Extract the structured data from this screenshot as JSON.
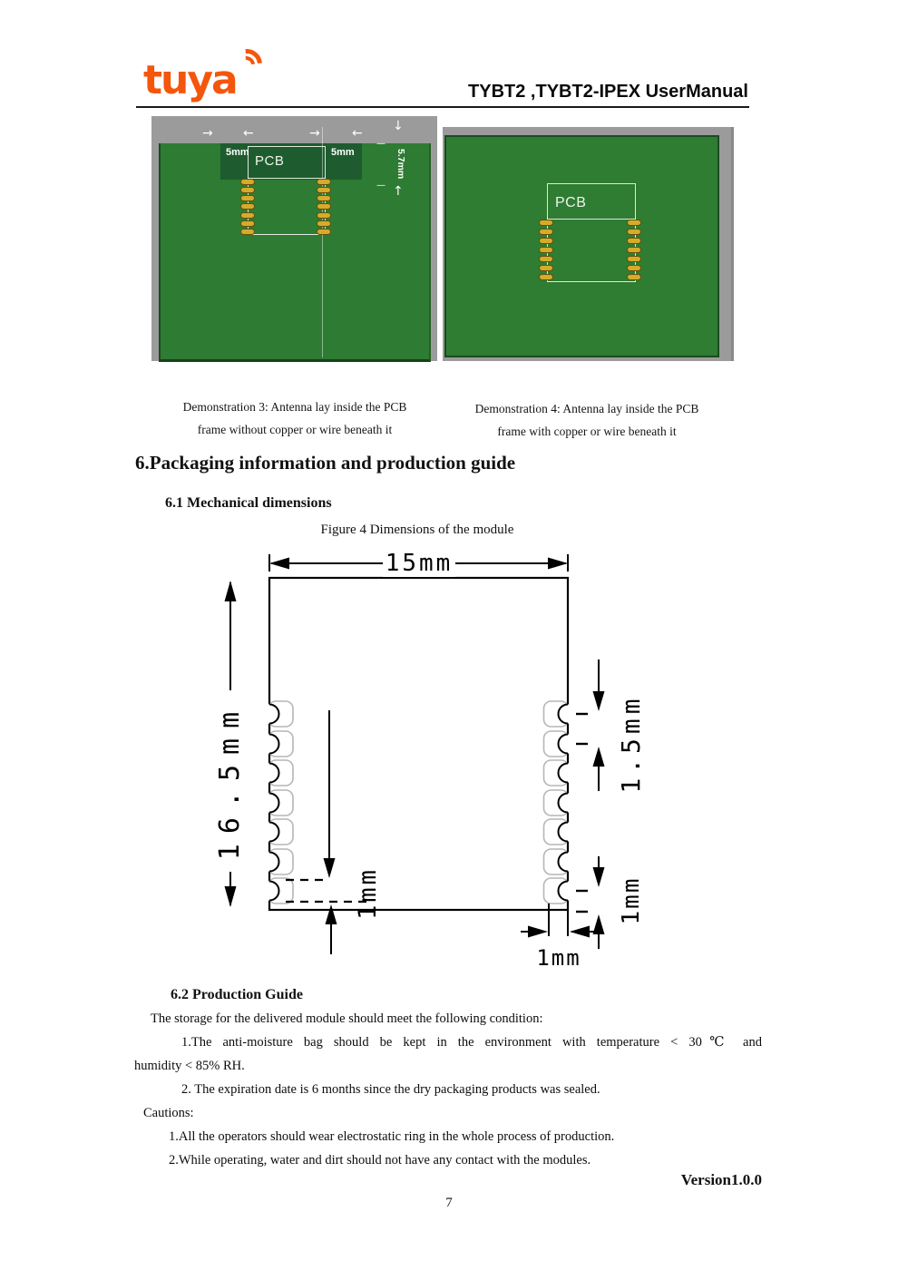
{
  "header": {
    "logo_text": "tuya",
    "title": "TYBT2 ,TYBT2-IPEX UserManual"
  },
  "colors": {
    "accent_orange": "#F4560C",
    "pcb_green": "#2e7b33",
    "pcb_green_dark": "#1e5c2f",
    "pad_gold": "#d6ab2a",
    "photo_gray": "#9b9b9b"
  },
  "fig1": {
    "pcb_label": "PCB",
    "dim_left": "5mm",
    "dim_right": "5mm",
    "dim_side": "5.7mm",
    "arrows": {
      "right": "→",
      "left": "←",
      "down": "↓",
      "up": "↑",
      "dash": "—"
    }
  },
  "fig2": {
    "pcb_label": "PCB"
  },
  "captions": {
    "c1_line1": "Demonstration 3: Antenna lay inside the PCB",
    "c1_line2": "frame without copper or wire beneath it",
    "c2_line1": "Demonstration 4: Antenna lay inside the PCB",
    "c2_line2": "frame with copper or wire beneath it"
  },
  "headings": {
    "s6": "6.Packaging information and production guide",
    "s61": "6.1 Mechanical dimensions",
    "fig4_caption": "Figure 4 Dimensions of the module",
    "s62": "6.2 Production Guide"
  },
  "drawing": {
    "width": "15mm",
    "height": "16.5mm",
    "pad_pitch": "1.5mm",
    "pad_to_bottom": "1mm",
    "pad_to_edge_bottom": "1mm",
    "pad_to_edge_side": "1mm"
  },
  "paragraphs": {
    "p1": "The storage for the delivered module should meet the following condition:",
    "p2_line1": "1.The anti-moisture bag should be kept in the environment with temperature < 30℃ and",
    "p2_line2": "humidity < 85% RH.",
    "p3": "2. The expiration date is 6 months since the dry packaging products was sealed.",
    "p4": "Cautions:",
    "p5": "1.All the operators should wear electrostatic ring in the whole process of production.",
    "p6": "2.While operating, water and dirt should not have any contact with the modules."
  },
  "footer": {
    "version": "Version1.0.0",
    "page_number": "7"
  }
}
